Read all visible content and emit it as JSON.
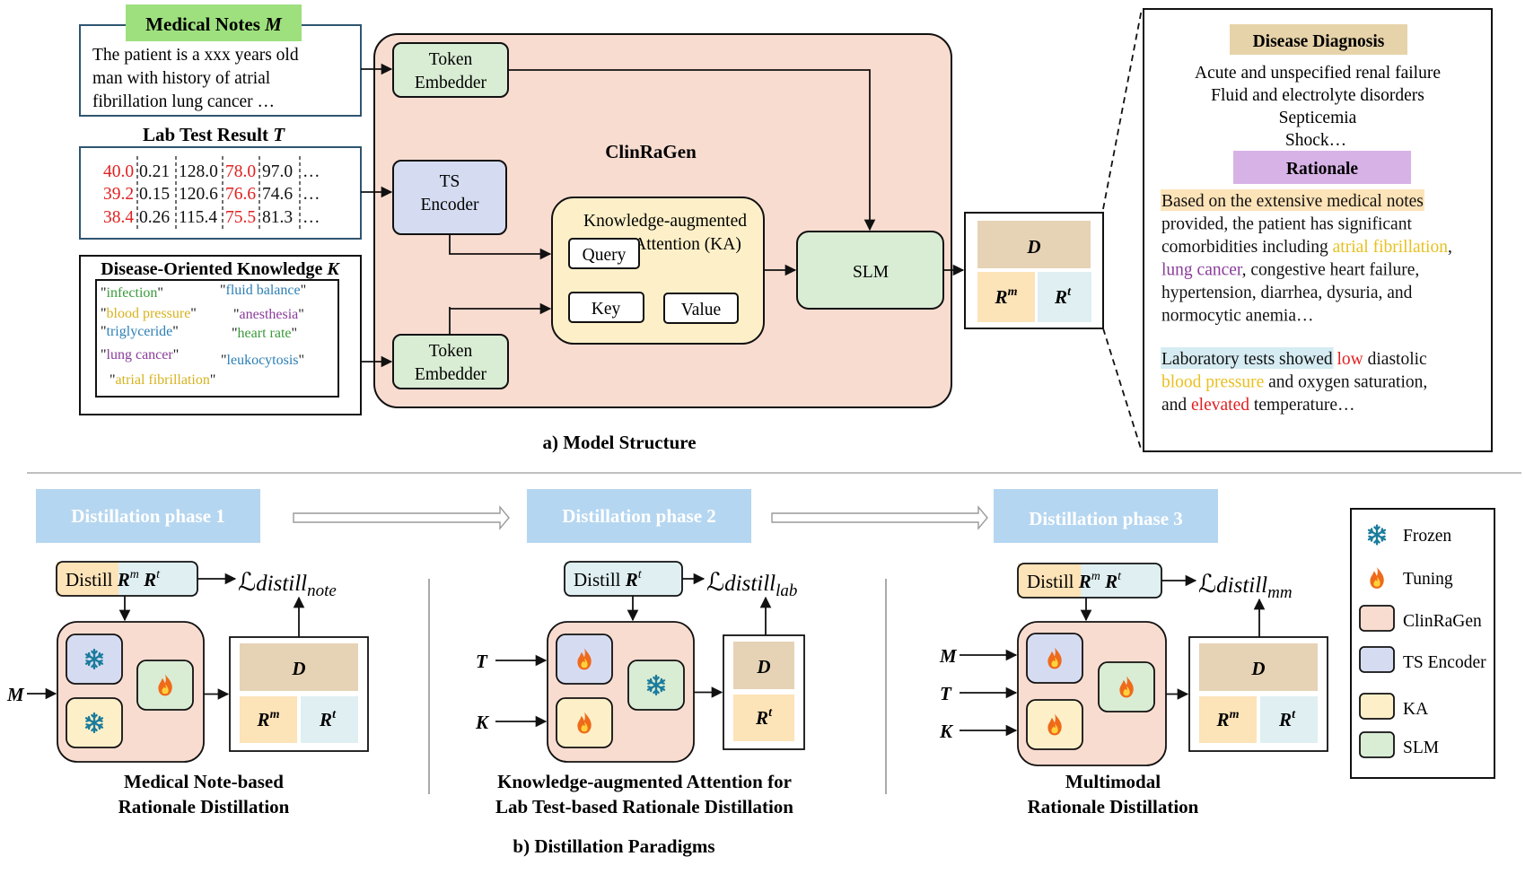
{
  "inputs": {
    "notes_title": "Medical Notes",
    "notes_symbol": "M",
    "notes_text": [
      "The patient is a  xxx years old",
      "man with history of atrial",
      "fibrillation lung cancer …"
    ],
    "lab_title": "Lab Test Result",
    "lab_symbol": "T",
    "lab_rows": [
      [
        "40.0",
        "0.21",
        "128.0",
        "78.0",
        "97.0",
        "…"
      ],
      [
        "39.2",
        "0.15",
        "120.6",
        "76.6",
        "74.6",
        "…"
      ],
      [
        "38.4",
        "0.26",
        "115.4",
        "75.5",
        "81.3",
        "…"
      ]
    ],
    "knowledge_title": "Disease-Oriented Knowledge",
    "knowledge_symbol": "K",
    "knowledge_terms": [
      {
        "text": "\"infection\"",
        "color": "#3a9a3a"
      },
      {
        "text": "\"fluid balance\"",
        "color": "#2b7fb5"
      },
      {
        "text": "\"blood pressure\"",
        "color": "#d6b21e"
      },
      {
        "text": "\"anesthesia\"",
        "color": "#8a3c9a"
      },
      {
        "text": "\"triglyceride\"",
        "color": "#2b7fb5"
      },
      {
        "text": "\"heart rate\"",
        "color": "#3a9a3a"
      },
      {
        "text": "\"lung cancer\"",
        "color": "#8a3c9a"
      },
      {
        "text": "\"leukocytosis\"",
        "color": "#2b7fb5"
      },
      {
        "text": "\"atrial fibrillation\"",
        "color": "#d6b21e"
      }
    ]
  },
  "model": {
    "name": "ClinRaGen",
    "token_embedder": [
      "Token",
      "Embedder"
    ],
    "ts_encoder": [
      "TS",
      "Encoder"
    ],
    "ka_title": [
      "Knowledge-augmented",
      "Attention (KA)"
    ],
    "query": "Query",
    "key": "Key",
    "value": "Value",
    "slm": "SLM",
    "out_d": "D",
    "out_rm": "R",
    "out_rm_sup": "m",
    "out_rt": "R",
    "out_rt_sup": "t"
  },
  "output_panel": {
    "diagnosis_title": "Disease Diagnosis",
    "diagnoses": [
      "Acute and unspecified renal failure",
      "Fluid and electrolyte disorders",
      "Septicemia",
      "Shock…"
    ],
    "rationale_title": "Rationale",
    "para1": [
      [
        {
          "t": "Based on the extensive medical notes",
          "hl": "#fde3b8"
        }
      ],
      [
        {
          "t": "provided, the patient has significant"
        }
      ],
      [
        {
          "t": "comorbidities including "
        },
        {
          "t": "atrial fibrillation",
          "c": "#e8c020"
        },
        {
          "t": ","
        }
      ],
      [
        {
          "t": "lung cancer",
          "c": "#8a3c9a"
        },
        {
          "t": ", congestive heart failure,"
        }
      ],
      [
        {
          "t": "hypertension, diarrhea, dysuria, and"
        }
      ],
      [
        {
          "t": "normocytic anemia…"
        }
      ]
    ],
    "para2": [
      [
        {
          "t": "Laboratory tests showed",
          "hl": "#d6ecf3"
        },
        {
          "t": " "
        },
        {
          "t": "low",
          "c": "#e02020"
        },
        {
          "t": " diastolic"
        }
      ],
      [
        {
          "t": "blood pressure",
          "c": "#e8c020"
        },
        {
          "t": " and oxygen saturation,"
        }
      ],
      [
        {
          "t": "and "
        },
        {
          "t": "elevated",
          "c": "#e02020"
        },
        {
          "t": " temperature…"
        }
      ]
    ]
  },
  "caption_a": "a) Model Structure",
  "caption_b": "b) Distillation Paradigms",
  "phases": [
    {
      "label": "Distillation phase 1",
      "distill": "Distill",
      "loss_sub": "note",
      "inputs": [
        "M"
      ],
      "caption": [
        "Medical Note-based",
        "Rationale Distillation"
      ]
    },
    {
      "label": "Distillation phase 2",
      "distill": "Distill",
      "loss_sub": "lab",
      "inputs": [
        "T",
        "K"
      ],
      "caption": [
        "Knowledge-augmented Attention for",
        "Lab Test-based Rationale Distillation"
      ]
    },
    {
      "label": "Distillation phase 3",
      "distill": "Distill",
      "loss_sub": "mm",
      "inputs": [
        "M",
        "T",
        "K"
      ],
      "caption": [
        "Multimodal",
        "Rationale Distillation"
      ]
    }
  ],
  "loss_symbol": "ℒ",
  "loss_main": "distill",
  "legend": [
    {
      "label": "Frozen",
      "icon": "snowflake-icon"
    },
    {
      "label": "Tuning",
      "icon": "flame-icon"
    },
    {
      "label": "ClinRaGen",
      "color": "#f9dcd0"
    },
    {
      "label": "TS Encoder",
      "color": "#d5dcf2"
    },
    {
      "label": "KA",
      "color": "#fdf0c8"
    },
    {
      "label": "SLM",
      "color": "#d9ecd4"
    }
  ],
  "colors": {
    "clinragen": "#f9dcd0",
    "ts_encoder": "#d5dcf2",
    "ka": "#fdf0c8",
    "slm": "#d9ecd4",
    "d_fill": "#e6d3b5",
    "rm_fill": "#fde3b8",
    "rt_fill": "#dfeff2",
    "phase_fill": "#b5d6f0",
    "notes_title_fill": "#9ee07e",
    "diag_fill": "#e7d3a9",
    "rat_fill": "#d7b2e6",
    "red": "#e02020"
  }
}
